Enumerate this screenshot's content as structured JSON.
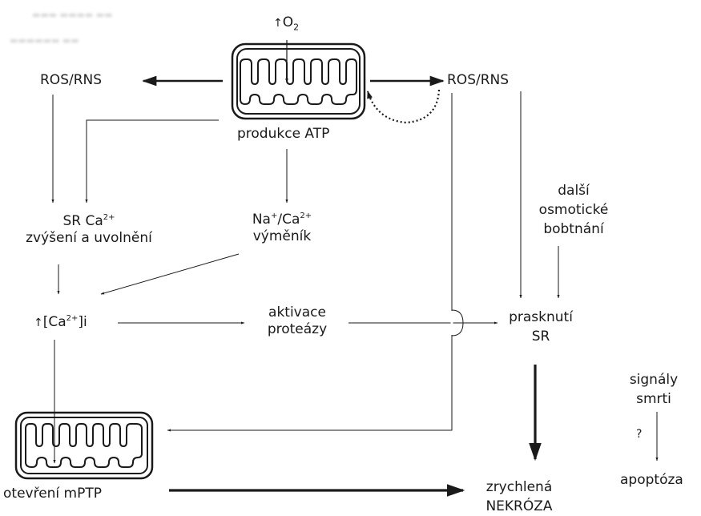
{
  "labels": {
    "o2_arrow": "↑",
    "o2": "O",
    "o2_sub": "2",
    "ros_left": "ROS/RNS",
    "ros_right": "ROS/RNS",
    "atp": "produkce ATP",
    "sr_ca_line1": "SR Ca",
    "sr_ca_sup": "2+",
    "sr_ca_line2": "zvýšení a uvolnění",
    "na_ca_na": "Na",
    "na_ca_plus": "+",
    "na_ca_mid": "/Ca",
    "na_ca_sup": "2+",
    "na_ca_line2": "výměník",
    "ca_i_arrow": "↑",
    "ca_i_open": "[Ca",
    "ca_i_sup": "2+",
    "ca_i_close": "]i",
    "proteases_line1": "aktivace",
    "proteases_line2": "proteázy",
    "osmotic_line1": "další",
    "osmotic_line2": "osmotické",
    "osmotic_line3": "bobtnání",
    "rupture_line1": "prasknutí",
    "rupture_line2": "SR",
    "death_line1": "signály",
    "death_line2": "smrti",
    "question": "?",
    "mptp": "otevření mPTP",
    "necrosis_line1": "zrychlená",
    "necrosis_line2": "NEKRÓZA",
    "apoptosis": "apoptóza"
  },
  "colors": {
    "ink": "#1a1a1a",
    "background": "#ffffff"
  }
}
